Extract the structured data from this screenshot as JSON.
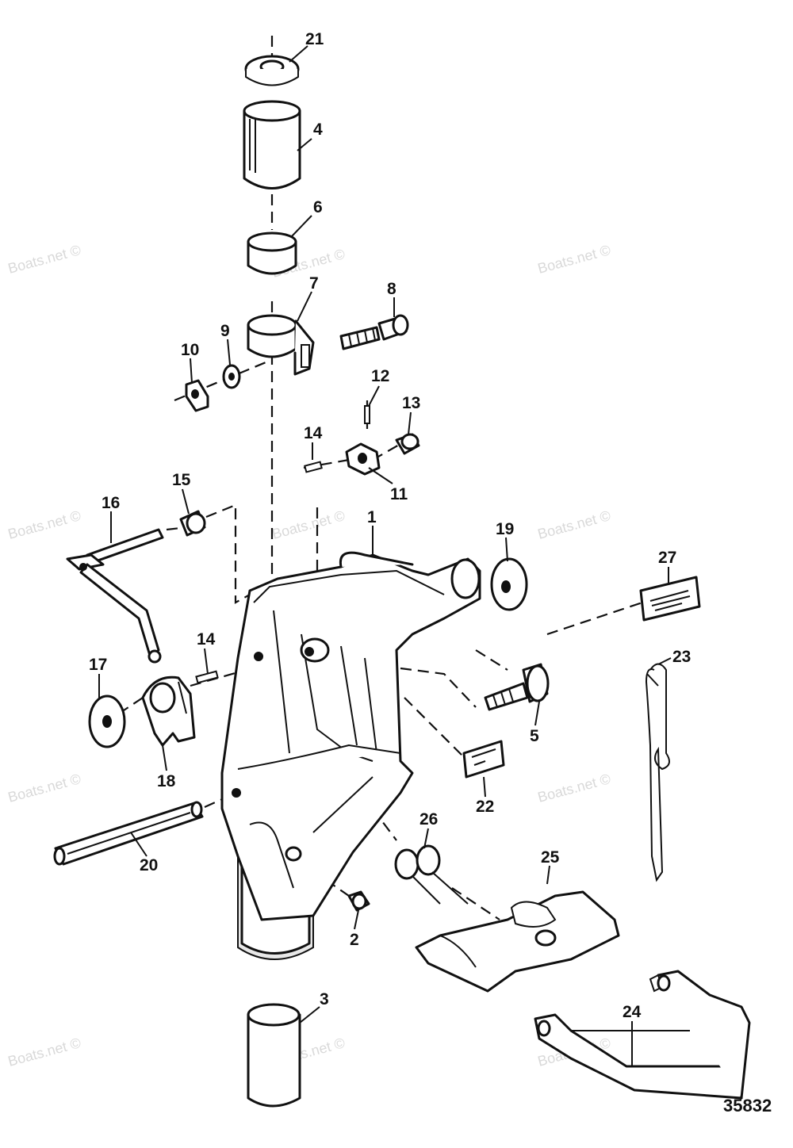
{
  "watermark": "Boats.net ©",
  "figure_number": "35832",
  "callouts": {
    "c1": "1",
    "c2": "2",
    "c3": "3",
    "c4": "4",
    "c5": "5",
    "c6": "6",
    "c7": "7",
    "c8": "8",
    "c9": "9",
    "c10": "10",
    "c11": "11",
    "c12": "12",
    "c13": "13",
    "c14a": "14",
    "c14b": "14",
    "c15": "15",
    "c16": "16",
    "c17": "17",
    "c18": "18",
    "c19": "19",
    "c20": "20",
    "c21": "21",
    "c22": "22",
    "c23": "23",
    "c24": "24",
    "c25": "25",
    "c26": "26",
    "c27": "27"
  }
}
